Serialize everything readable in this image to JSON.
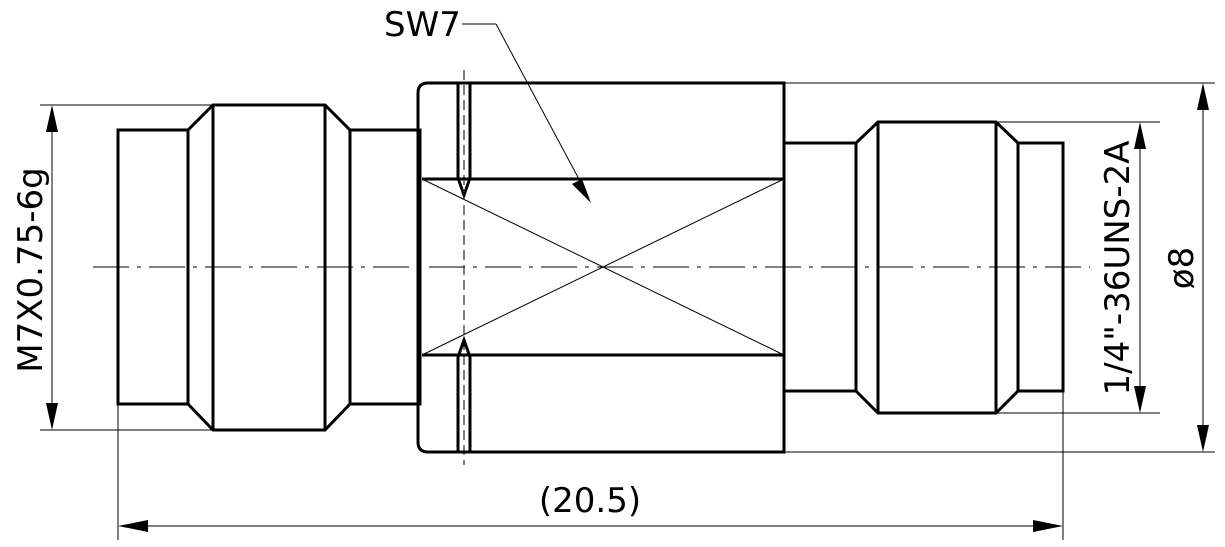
{
  "drawing": {
    "callout_sw": "SW7",
    "dim_left_thread": "M7X0.75-6g",
    "dim_right_thread": "1/4\"-36UNS-2A",
    "dim_diameter": "ø8",
    "dim_length": "(20.5)"
  },
  "colors": {
    "line": "#000000",
    "background": "#ffffff"
  }
}
